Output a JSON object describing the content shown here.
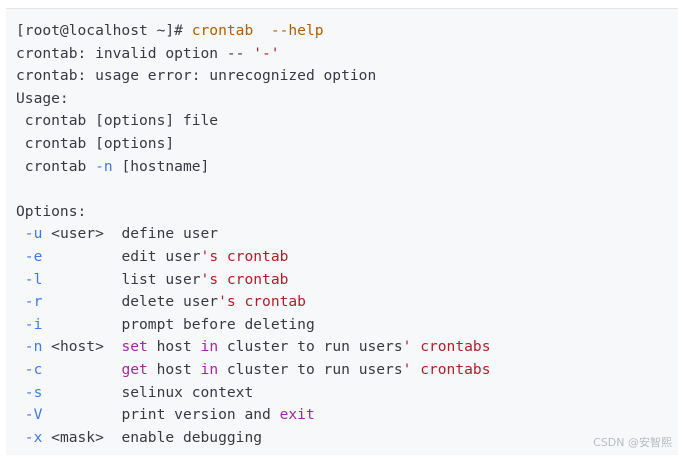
{
  "code_block": {
    "lines": [
      [
        {
          "t": "[root@localhost ~]# ",
          "c": "plain"
        },
        {
          "t": "crontab",
          "c": "orange"
        },
        {
          "t": "  ",
          "c": "plain"
        },
        {
          "t": "--help",
          "c": "orange"
        }
      ],
      [
        {
          "t": "crontab: invalid option -- ",
          "c": "plain"
        },
        {
          "t": "'-'",
          "c": "red"
        }
      ],
      [
        {
          "t": "crontab: usage error: unrecognized option",
          "c": "plain"
        }
      ],
      [
        {
          "t": "Usage:",
          "c": "plain"
        }
      ],
      [
        {
          "t": " crontab [options] file",
          "c": "plain"
        }
      ],
      [
        {
          "t": " crontab [options]",
          "c": "plain"
        }
      ],
      [
        {
          "t": " crontab ",
          "c": "plain"
        },
        {
          "t": "-n",
          "c": "flag"
        },
        {
          "t": " [hostname]",
          "c": "plain"
        }
      ],
      [
        {
          "t": "",
          "c": "plain"
        }
      ],
      [
        {
          "t": "Options:",
          "c": "plain"
        }
      ],
      [
        {
          "t": " ",
          "c": "plain"
        },
        {
          "t": "-u",
          "c": "flag"
        },
        {
          "t": " <user>  define user",
          "c": "plain"
        }
      ],
      [
        {
          "t": " ",
          "c": "plain"
        },
        {
          "t": "-e",
          "c": "flag"
        },
        {
          "t": "         edit user",
          "c": "plain"
        },
        {
          "t": "'s crontab",
          "c": "red"
        }
      ],
      [
        {
          "t": " ",
          "c": "plain"
        },
        {
          "t": "-l",
          "c": "flag"
        },
        {
          "t": "         list user",
          "c": "plain"
        },
        {
          "t": "'s crontab",
          "c": "red"
        }
      ],
      [
        {
          "t": " ",
          "c": "plain"
        },
        {
          "t": "-r",
          "c": "flag"
        },
        {
          "t": "         delete user",
          "c": "plain"
        },
        {
          "t": "'s crontab",
          "c": "red"
        }
      ],
      [
        {
          "t": " ",
          "c": "plain"
        },
        {
          "t": "-i",
          "c": "flag"
        },
        {
          "t": "         prompt before deleting",
          "c": "plain"
        }
      ],
      [
        {
          "t": " ",
          "c": "plain"
        },
        {
          "t": "-n",
          "c": "flag"
        },
        {
          "t": " <host>  ",
          "c": "plain"
        },
        {
          "t": "set",
          "c": "kw"
        },
        {
          "t": " host ",
          "c": "plain"
        },
        {
          "t": "in",
          "c": "kw"
        },
        {
          "t": " cluster to run users",
          "c": "plain"
        },
        {
          "t": "' crontabs",
          "c": "red"
        }
      ],
      [
        {
          "t": " ",
          "c": "plain"
        },
        {
          "t": "-c",
          "c": "flag"
        },
        {
          "t": "         ",
          "c": "plain"
        },
        {
          "t": "get",
          "c": "kw"
        },
        {
          "t": " host ",
          "c": "plain"
        },
        {
          "t": "in",
          "c": "kw"
        },
        {
          "t": " cluster to run users",
          "c": "plain"
        },
        {
          "t": "' crontabs",
          "c": "red"
        }
      ],
      [
        {
          "t": " ",
          "c": "plain"
        },
        {
          "t": "-s",
          "c": "flag"
        },
        {
          "t": "         selinux context",
          "c": "plain"
        }
      ],
      [
        {
          "t": " ",
          "c": "plain"
        },
        {
          "t": "-V",
          "c": "flag"
        },
        {
          "t": "         print version and ",
          "c": "plain"
        },
        {
          "t": "exit",
          "c": "kw"
        }
      ],
      [
        {
          "t": " ",
          "c": "plain"
        },
        {
          "t": "-x",
          "c": "flag"
        },
        {
          "t": " <mask>  enable debugging",
          "c": "plain"
        }
      ]
    ]
  },
  "watermark": "CSDN @安智熙",
  "colors": {
    "background": "#f6f8fa",
    "plain": "#383a42",
    "keyword": "#a626a4",
    "flag": "#4078f2",
    "string": "#b31d28",
    "command": "#b35c00"
  }
}
